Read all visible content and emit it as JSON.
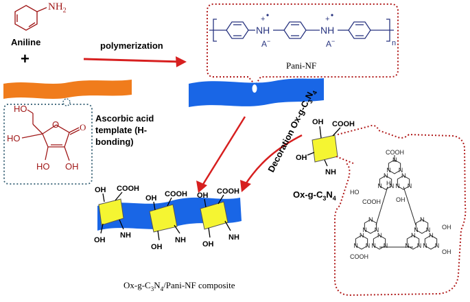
{
  "aniline": {
    "name": "Aniline",
    "group": "NH",
    "group_subscript": "2",
    "plus": "+"
  },
  "polymerization_label": "polymerization",
  "pani": {
    "label": "Pani-NF",
    "nh_labels": [
      "NH",
      "NH"
    ],
    "charge": "+",
    "counter_ion": "A",
    "counter_charge": "−",
    "repeat_subscript": "n"
  },
  "template": {
    "line1": "Ascorbic acid",
    "line2": "template (H-",
    "line3": "bonding)"
  },
  "ascorbic": {
    "groups": [
      "HO",
      "HO",
      "O",
      "HO",
      "OH"
    ]
  },
  "decoration": {
    "prefix": "Decoration Ox-g-C",
    "sub3": "3",
    "mid": "N",
    "sub4": "4"
  },
  "ox_sheet": {
    "oh_top": "OH",
    "cooh": "COOH",
    "oh_left": "OH",
    "nh": "NH",
    "label_prefix": "Ox-g-C",
    "label_sub3": "3",
    "label_mid": "N",
    "label_sub4": "4"
  },
  "composite": {
    "oh1": "OH",
    "cooh1": "COOH",
    "oh2": "OH",
    "cooh2": "COOH",
    "cooh3": "COOH",
    "oh3": "OH",
    "oh4": "OH",
    "nh1": "NH",
    "oh5": "OH",
    "nh2": "NH",
    "oh6": "OH",
    "nh3": "NH",
    "label_prefix": "Ox-g-C",
    "label_sub3": "3",
    "label_mid": "N",
    "label_sub4": "4",
    "label_suffix": "/Pani-NF composite"
  },
  "structure": {
    "atom": "N",
    "groups": [
      "COOH",
      "OH",
      "H",
      "COOH",
      "HO",
      "OH",
      "COOH",
      "OH"
    ]
  },
  "colors": {
    "dark_red": "#a01818",
    "bright_red": "#d9261c",
    "arrow_red": "#d71f1f",
    "pani_blue": "#27337f",
    "nanofiber_blue": "#1966e6",
    "template_orange": "#f07c1c",
    "sheet_yellow": "#f5f532",
    "dotted_teal": "#2f5b70"
  }
}
